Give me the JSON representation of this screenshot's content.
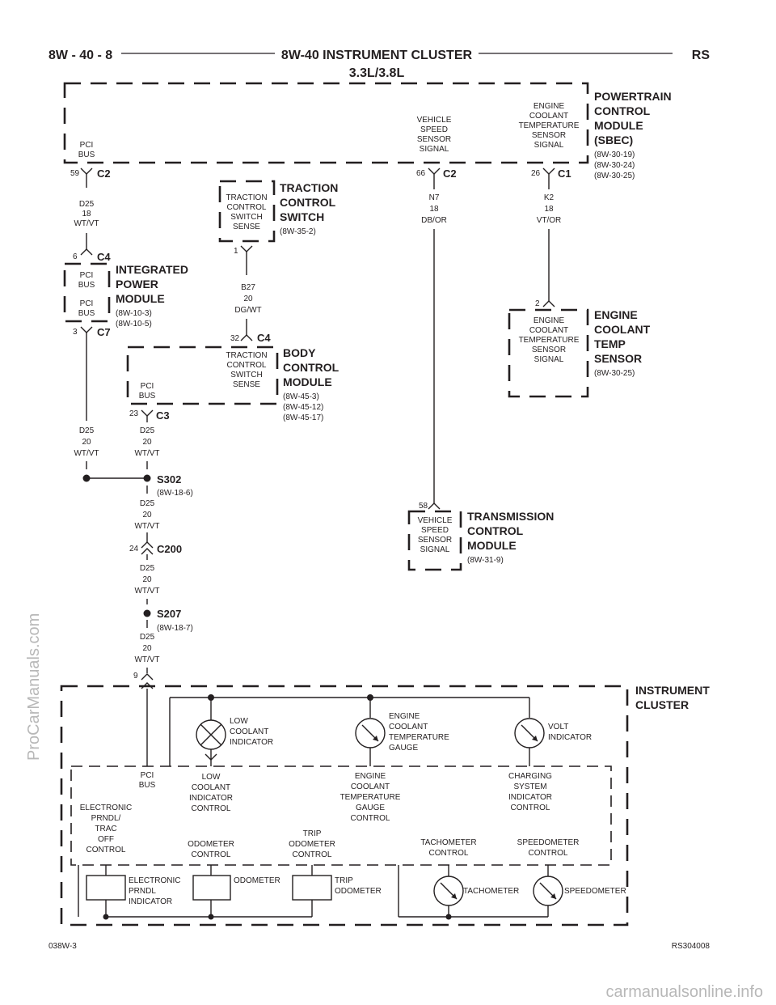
{
  "header": {
    "page_number": "8W - 40 - 8",
    "title": "8W-40 INSTRUMENT CLUSTER",
    "subtitle": "3.3L/3.8L",
    "code": "RS"
  },
  "footer": {
    "left": "038W-3",
    "right": "RS304008"
  },
  "watermarks": {
    "side": "ProCarManuals.com",
    "bottom": "carmanualsonline.info"
  },
  "pcm": {
    "name": [
      "POWERTRAIN",
      "CONTROL",
      "MODULE",
      "(SBEC)"
    ],
    "refs": [
      "(8W-30-19)",
      "(8W-30-24)",
      "(8W-30-25)"
    ],
    "pci_bus": [
      "PCI",
      "BUS"
    ],
    "vss_signal": [
      "VEHICLE",
      "SPEED",
      "SENSOR",
      "SIGNAL"
    ],
    "ect_signal": [
      "ENGINE",
      "COOLANT",
      "TEMPERATURE",
      "SENSOR",
      "SIGNAL"
    ],
    "pin_pci": "59",
    "conn_pci": "C2",
    "pin_vss": "66",
    "conn_vss": "C2",
    "pin_ect": "26",
    "conn_ect": "C1"
  },
  "wires": {
    "pcm_pci": [
      "D25",
      "18",
      "WT/VT"
    ],
    "vss": [
      "N7",
      "18",
      "DB/OR"
    ],
    "ect": [
      "K2",
      "18",
      "VT/OR"
    ],
    "tcs": [
      "B27",
      "20",
      "DG/WT"
    ],
    "ipm_out": [
      "D25",
      "20",
      "WT/VT"
    ],
    "bcm_out": [
      "D25",
      "20",
      "WT/VT"
    ],
    "s302_out": [
      "D25",
      "20",
      "WT/VT"
    ],
    "c200_out": [
      "D25",
      "20",
      "WT/VT"
    ],
    "s207_out": [
      "D25",
      "20",
      "WT/VT"
    ]
  },
  "tcs_switch": {
    "name": [
      "TRACTION",
      "CONTROL",
      "SWITCH"
    ],
    "ref": "(8W-35-2)",
    "signal": [
      "TRACTION",
      "CONTROL",
      "SWITCH",
      "SENSE"
    ],
    "pin": "1"
  },
  "ipm": {
    "name": [
      "INTEGRATED",
      "POWER",
      "MODULE"
    ],
    "refs": [
      "(8W-10-3)",
      "(8W-10-5)"
    ],
    "pci_1": [
      "PCI",
      "BUS"
    ],
    "pci_2": [
      "PCI",
      "BUS"
    ],
    "pin_in": "6",
    "conn_in": "C4",
    "pin_out": "3",
    "conn_out": "C7"
  },
  "bcm": {
    "name": [
      "BODY",
      "CONTROL",
      "MODULE"
    ],
    "refs": [
      "(8W-45-3)",
      "(8W-45-12)",
      "(8W-45-17)"
    ],
    "tcs_sense": [
      "TRACTION",
      "CONTROL",
      "SWITCH",
      "SENSE"
    ],
    "pci_bus": [
      "PCI",
      "BUS"
    ],
    "pin_tcs": "32",
    "conn_tcs": "C4",
    "pin_pci": "23",
    "conn_pci": "C3"
  },
  "ect_sensor": {
    "name": [
      "ENGINE",
      "COOLANT",
      "TEMP",
      "SENSOR"
    ],
    "ref": "(8W-30-25)",
    "signal": [
      "ENGINE",
      "COOLANT",
      "TEMPERATURE",
      "SENSOR",
      "SIGNAL"
    ],
    "pin": "2"
  },
  "tcm": {
    "name": [
      "TRANSMISSION",
      "CONTROL",
      "MODULE"
    ],
    "ref": "(8W-31-9)",
    "signal": [
      "VEHICLE",
      "SPEED",
      "SENSOR",
      "SIGNAL"
    ],
    "pin": "58"
  },
  "splices": {
    "s302": {
      "name": "S302",
      "ref": "(8W-18-6)"
    },
    "s207": {
      "name": "S207",
      "ref": "(8W-18-7)"
    },
    "c200": {
      "name": "C200",
      "pin": "24"
    }
  },
  "cluster": {
    "name": [
      "INSTRUMENT",
      "CLUSTER"
    ],
    "pin": "9",
    "pci_bus": [
      "PCI",
      "BUS"
    ],
    "low_coolant_indicator": [
      "LOW",
      "COOLANT",
      "INDICATOR"
    ],
    "ect_gauge": [
      "ENGINE",
      "COOLANT",
      "TEMPERATURE",
      "GAUGE"
    ],
    "volt_indicator": [
      "VOLT",
      "INDICATOR"
    ],
    "low_coolant_control": [
      "LOW",
      "COOLANT",
      "INDICATOR",
      "CONTROL"
    ],
    "ect_gauge_control": [
      "ENGINE",
      "COOLANT",
      "TEMPERATURE",
      "GAUGE",
      "CONTROL"
    ],
    "charging_control": [
      "CHARGING",
      "SYSTEM",
      "INDICATOR",
      "CONTROL"
    ],
    "prndl_control": [
      "ELECTRONIC",
      "PRNDL/",
      "TRAC",
      "OFF",
      "CONTROL"
    ],
    "odometer_control": [
      "ODOMETER",
      "CONTROL"
    ],
    "trip_odometer_control": [
      "TRIP",
      "ODOMETER",
      "CONTROL"
    ],
    "tachometer_control": [
      "TACHOMETER",
      "CONTROL"
    ],
    "speedometer_control": [
      "SPEEDOMETER",
      "CONTROL"
    ],
    "prndl_indicator": [
      "ELECTRONIC",
      "PRNDL",
      "INDICATOR"
    ],
    "odometer": [
      "ODOMETER"
    ],
    "trip_odometer": [
      "TRIP",
      "ODOMETER"
    ],
    "tachometer": [
      "TACHOMETER"
    ],
    "speedometer": [
      "SPEEDOMETER"
    ]
  }
}
